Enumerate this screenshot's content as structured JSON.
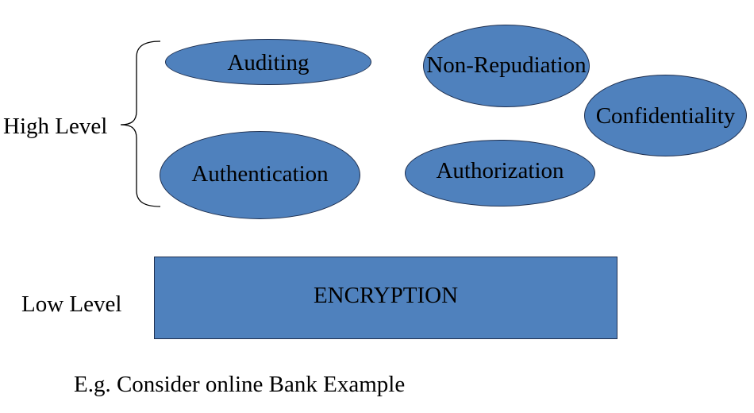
{
  "colors": {
    "fill": "#4f81bd",
    "stroke": "#1f3050",
    "text": "#000000"
  },
  "levels": {
    "high": "High Level",
    "low": "Low Level"
  },
  "concepts": [
    {
      "id": "auditing",
      "label": "Auditing"
    },
    {
      "id": "non-repudiation",
      "label": "Non-Repudiation"
    },
    {
      "id": "confidentiality",
      "label": "Confidentiality"
    },
    {
      "id": "authentication",
      "label": "Authentication"
    },
    {
      "id": "authorization",
      "label": "Authorization"
    }
  ],
  "base": {
    "label": "ENCRYPTION"
  },
  "caption": "E.g. Consider online Bank Example"
}
